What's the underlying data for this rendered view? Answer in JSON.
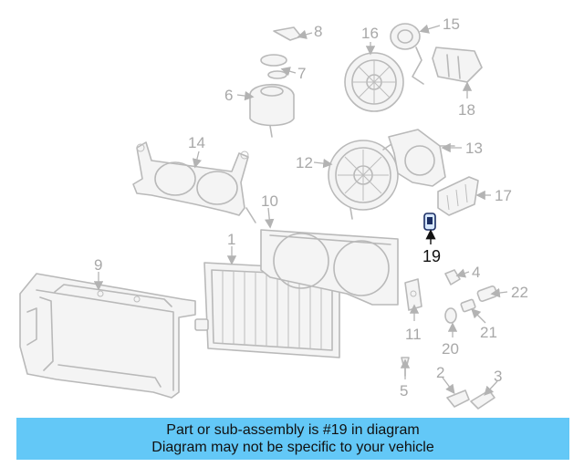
{
  "callouts": [
    {
      "id": "1",
      "label": "1"
    },
    {
      "id": "2",
      "label": "2"
    },
    {
      "id": "3",
      "label": "3"
    },
    {
      "id": "4",
      "label": "4"
    },
    {
      "id": "5",
      "label": "5"
    },
    {
      "id": "6",
      "label": "6"
    },
    {
      "id": "7",
      "label": "7"
    },
    {
      "id": "8",
      "label": "8"
    },
    {
      "id": "9",
      "label": "9"
    },
    {
      "id": "10",
      "label": "10"
    },
    {
      "id": "11",
      "label": "11"
    },
    {
      "id": "12",
      "label": "12"
    },
    {
      "id": "13",
      "label": "13"
    },
    {
      "id": "14",
      "label": "14"
    },
    {
      "id": "15",
      "label": "15"
    },
    {
      "id": "16",
      "label": "16"
    },
    {
      "id": "17",
      "label": "17"
    },
    {
      "id": "18",
      "label": "18"
    },
    {
      "id": "19",
      "label": "19",
      "highlighted": true
    },
    {
      "id": "20",
      "label": "20"
    },
    {
      "id": "21",
      "label": "21"
    },
    {
      "id": "22",
      "label": "22"
    }
  ],
  "banner": {
    "line1": "Part or sub-assembly is #19 in diagram",
    "line2": "Diagram may not be specific to your vehicle"
  },
  "colors": {
    "banner_bg": "#63c8f7",
    "highlight_part": "#1b2e64",
    "diagram_line": "#b9b9b9",
    "callout_text": "#a8a8a8"
  }
}
